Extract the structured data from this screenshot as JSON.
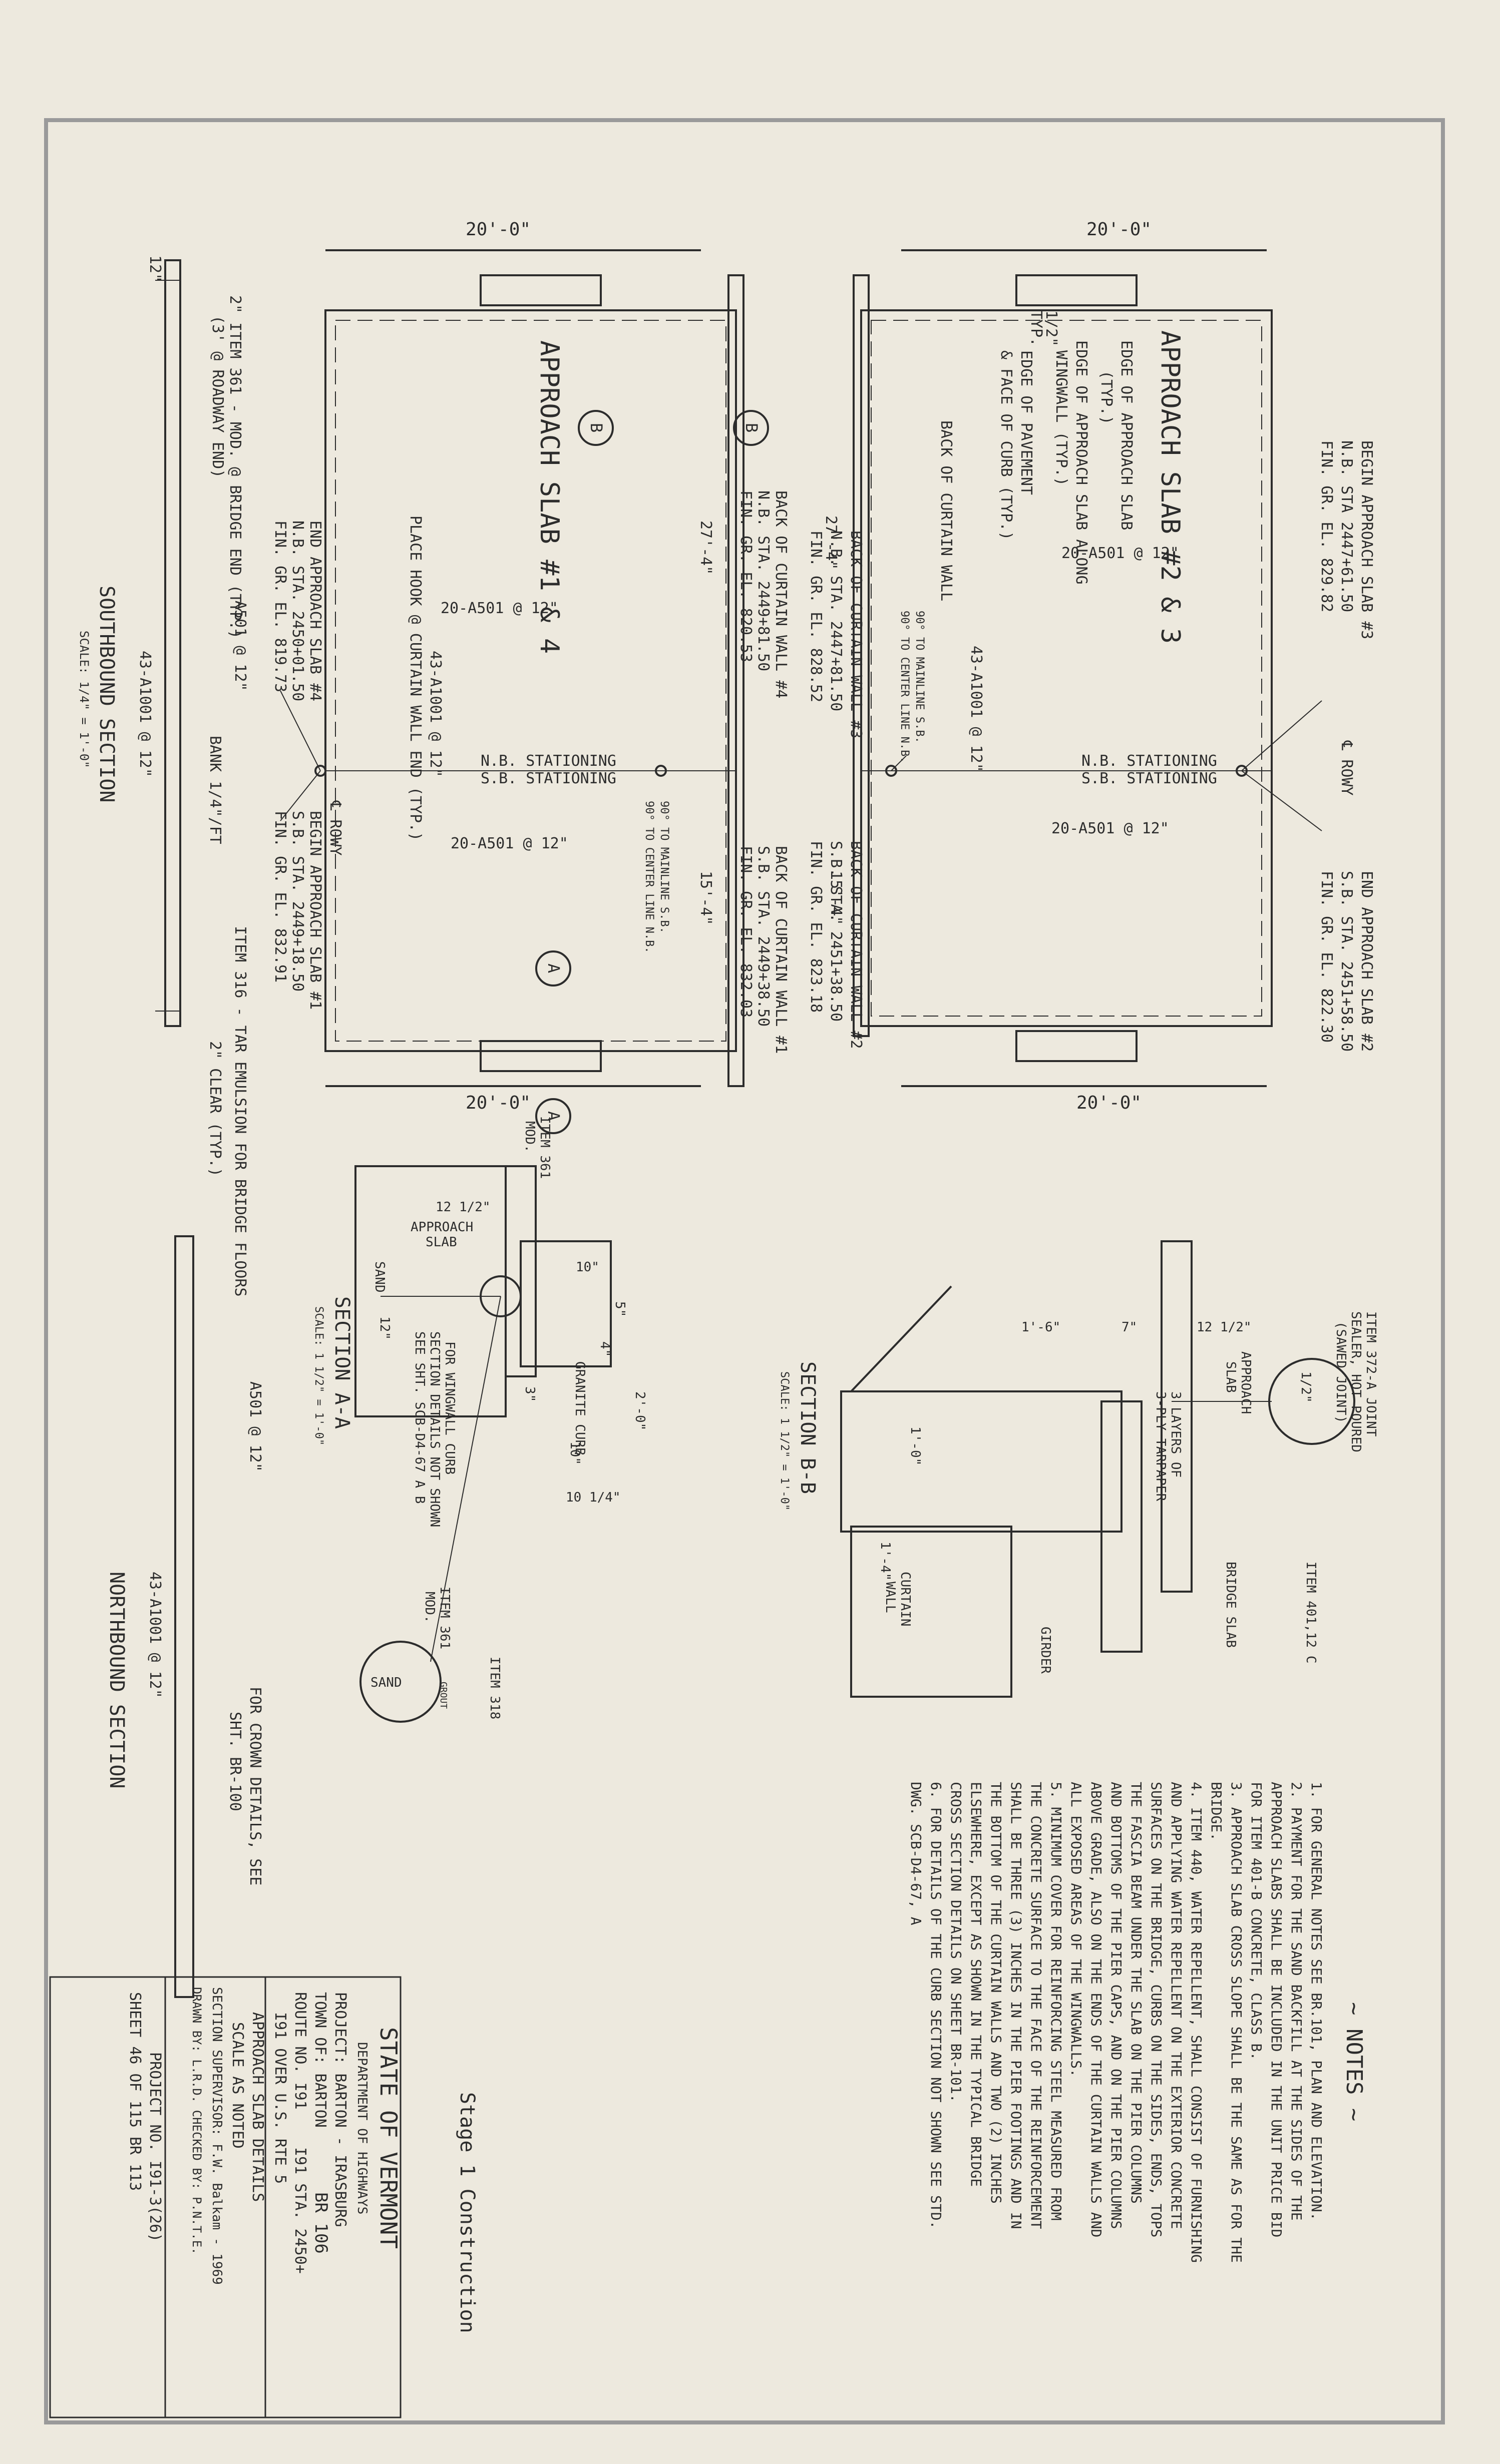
{
  "sheet_colors": {
    "paper": "#ede9de",
    "ink": "#2c2c2c",
    "border": "#9a9a9a"
  },
  "top_plan": {
    "slab_title": "APPROACH SLAB #2 & 3",
    "dim_top": "20'-0\"",
    "dim_bottom": "20'-0\"",
    "width_upper": "27'-4\"",
    "width_lower": "15'-4\"",
    "labels": {
      "begin_slab": "BEGIN APPROACH SLAB #3",
      "begin_sta": "N.B. STA 2447+61.50",
      "begin_el": "FIN. GR. EL. 829.82",
      "edge_slab": "EDGE OF APPROACH SLAB",
      "edge_slab_typ": "(TYP.)",
      "edge_wingwall": "EDGE OF APPROACH SLAB ALONG",
      "wingwall_typ": "WINGWALL (TYP.)",
      "half_dim": "1/2\"",
      "typ_small": "TYP.",
      "edge_pavement": "EDGE OF PAVEMENT",
      "face_curb": "& FACE OF CURB (TYP.)",
      "back_curtain": "BACK OF CURTAIN WALL",
      "back_curtain_3": "BACK OF CURTAIN WALL #3",
      "bc3_sta": "N.B. STA. 2447+81.50",
      "bc3_el": "FIN. GR. EL. 828.52",
      "angle_note": "90° TO MAINLINE S.B.",
      "angle_note2": "90° TO CENTER LINE N.B.",
      "bars_top": "20-A501 @ 12\"",
      "bars_bottom": "20-A501 @ 12\"",
      "bars_long": "43-A1001 @ 12\"",
      "nb_stationing": "N.B. STATIONING",
      "sb_stationing": "S.B. STATIONING",
      "rowy": "℄ ROWY",
      "back_curtain_2": "BACK OF CURTAIN WALL #2",
      "bc2_sta": "S.B. STA. 2451+38.50",
      "bc2_el": "FIN. GR. EL. 823.18",
      "end_slab": "END APPROACH SLAB #2",
      "end_sta": "S.B. STA. 2451+58.50",
      "end_el": "FIN. GR. EL. 822.30"
    }
  },
  "bottom_plan": {
    "slab_title": "APPROACH SLAB #1 & 4",
    "dim_top": "20'-0\"",
    "dim_bottom": "20'-0\"",
    "width_upper": "27'-4\"",
    "width_lower": "15'-4\"",
    "section_b": "B",
    "section_a": "A",
    "labels": {
      "back_curtain_4": "BACK OF CURTAIN WALL #4",
      "bc4_sta": "N.B. STA. 2449+81.50",
      "bc4_el": "FIN. GR. EL. 820.53",
      "end_slab_4": "END APPROACH SLAB #4",
      "end4_sta": "N.B. STA. 2450+01.50",
      "end4_el": "FIN. GR. EL. 819.73",
      "place_hook": "PLACE HOOK @ CURTAIN WALL END (TYP.)",
      "bars_top": "20-A501 @ 12\"",
      "bars_bottom": "20-A501 @ 12\"",
      "bars_long": "43-A1001 @ 12\"",
      "nb_stationing": "N.B. STATIONING",
      "sb_stationing": "S.B. STATIONING",
      "rowy": "℄ ROWY",
      "begin_slab_1": "BEGIN APPROACH SLAB #1",
      "begin1_sta": "S.B. STA. 2449+18.50",
      "begin1_el": "FIN. GR. EL. 832.91",
      "angle_note": "90° TO MAINLINE S.B.",
      "angle_note2": "90° TO CENTER LINE N.B.",
      "back_curtain_1": "BACK OF CURTAIN WALL #1",
      "bc1_sta": "S.B. STA. 2449+38.50",
      "bc1_el": "FIN. GR. EL. 832.03"
    }
  },
  "southbound_section": {
    "title": "SOUTHBOUND SECTION",
    "scale": "SCALE: 1/4\" = 1'-0\"",
    "dim_12": "12\"",
    "item_361": "2\" ITEM 361 - MOD. @ BRIDGE END (TYP.)",
    "roadway_end": "(3' @ ROADWAY END)",
    "a501": "A501 @ 12\"",
    "bars": "43-A1001 @ 12\"",
    "bank": "BANK 1/4\"/FT",
    "item_316": "ITEM 316 - TAR EMULSION FOR BRIDGE FLOORS",
    "clear": "2\" CLEAR (TYP.)"
  },
  "northbound_section": {
    "title": "NORTHBOUND SECTION",
    "a501": "A501 @ 12\"",
    "bars": "43-A1001 @ 12\"",
    "crown": "FOR CROWN DETAILS, SEE",
    "crown2": "SHT. BR-100"
  },
  "section_aa": {
    "title": "SECTION A-A",
    "scale": "SCALE: 1 1/2\" = 1'-0\"",
    "item_361": "ITEM 361",
    "mod": "MOD.",
    "dim_12": "12 1/2\"",
    "approach_slab": "APPROACH",
    "slab": "SLAB",
    "sand": "SAND",
    "dim_10": "10\"",
    "dim_5": "5\"",
    "dim_4": "4\"",
    "dim_12b": "12\"",
    "dim_3": "3\"",
    "granite_curb": "GRANITE CURB",
    "dim_10b": "10\"",
    "dim_20": "2'-0\"",
    "dim_104": "10 1/4\"",
    "wingwall_note": "FOR WINGWALL CURB",
    "wingwall_note2": "SECTION DETAILS NOT SHOWN",
    "wingwall_note3": "SEE SHT. SCB-D4-67 A B",
    "item_361b": "ITEM 361",
    "mod_b": "MOD.",
    "item_318": "ITEM 318",
    "sand_b": "SAND",
    "grout": "GROUT"
  },
  "section_bb": {
    "title": "SECTION B-B",
    "scale": "SCALE: 1 1/2\" = 1'-0\"",
    "dim_16": "1'-6\"",
    "dim_7": "7\"",
    "dim_12": "12 1/2\"",
    "dim_10": "1'-0\"",
    "dim_14": "1'-4\"",
    "approach_slab": "APPROACH",
    "slab": "SLAB",
    "tarpaper": "3 LAYERS OF",
    "tarpaper2": "3-PLY TARPAPER",
    "curtain": "CURTAIN",
    "wall": "WALL",
    "girder": "GIRDER",
    "bridge_slab": "BRIDGE SLAB",
    "item_372": "ITEM 372-A JOINT",
    "sealer": "SEALER, HOT POURED",
    "sawed": "(SAWED JOINT)",
    "dim_12b": "1/2\"",
    "item_401": "ITEM 401,12 C"
  },
  "notes": {
    "title": "~ NOTES ~",
    "items": [
      "1. FOR GENERAL NOTES SEE BR.101, PLAN AND ELEVATION.",
      "2. PAYMENT FOR THE SAND BACKFILL AT THE SIDES OF THE",
      "   APPROACH SLABS SHALL BE INCLUDED IN THE UNIT PRICE BID",
      "   FOR ITEM 401-B CONCRETE, CLASS B.",
      "3. APPROACH SLAB CROSS SLOPE SHALL BE THE SAME AS FOR THE",
      "   BRIDGE.",
      "4. ITEM 440, WATER REPELLENT, SHALL CONSIST OF FURNISHING",
      "   AND APPLYING WATER REPELLENT ON THE EXTERIOR CONCRETE",
      "   SURFACES ON THE BRIDGE, CURBS ON THE SIDES, ENDS, TOPS",
      "   THE FASCIA BEAM UNDER THE SLAB ON THE PIER COLUMNS",
      "   AND BOTTOMS OF THE PIER CAPS, AND ON THE PIER COLUMNS",
      "   ABOVE GRADE, ALSO ON THE ENDS OF THE CURTAIN WALLS AND",
      "   ALL EXPOSED AREAS OF THE WINGWALLS.",
      "5. MINIMUM COVER FOR REINFORCING STEEL MEASURED FROM",
      "   THE CONCRETE SURFACE TO THE FACE OF THE REINFORCEMENT",
      "   SHALL BE THREE (3) INCHES IN THE PIER FOOTINGS AND IN",
      "   THE BOTTOM OF THE CURTAIN WALLS AND TWO (2) INCHES",
      "   ELSEWHERE, EXCEPT AS SHOWN IN THE TYPICAL BRIDGE",
      "   CROSS SECTION DETAILS ON SHEET BR-101.",
      "6. FOR DETAILS OF THE CURB SECTION NOT SHOWN SEE STD.",
      "   DWG. SCB-D4-67, A"
    ]
  },
  "title_block": {
    "state": "STATE OF VERMONT",
    "dept": "DEPARTMENT OF HIGHWAYS",
    "project": "PROJECT: BARTON - IRASBURG",
    "town": "TOWN OF: BARTON",
    "town_code": "BR 106",
    "route": "ROUTE NO. I91",
    "route_sta": "I91 STA. 2450+",
    "over": "I91 OVER U.S. RTE 5",
    "desc": "APPROACH SLAB DETAILS",
    "scale": "SCALE AS NOTED",
    "supervisor": "SECTION SUPERVISOR: F.W. Balkam - 1969",
    "drawn": "DRAWN BY: L.R.D.   CHECKED BY: P.N.T.E.",
    "project_no": "PROJECT NO. I91-3(26)",
    "sheet": "SHEET 46 OF 115  BR 113",
    "stage": "Stage 1 Construction"
  }
}
